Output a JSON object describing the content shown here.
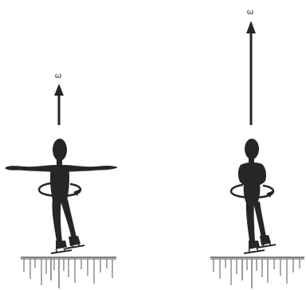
{
  "figures": [
    {
      "pose": "arms-extended",
      "angular_velocity": {
        "label": "ω",
        "relative_magnitude": "small"
      }
    },
    {
      "pose": "arms-tucked",
      "angular_velocity": {
        "label": "ω",
        "relative_magnitude": "large"
      }
    }
  ],
  "colors": {
    "figure": "#262626",
    "ice": "#555555",
    "background": "#ffffff"
  }
}
